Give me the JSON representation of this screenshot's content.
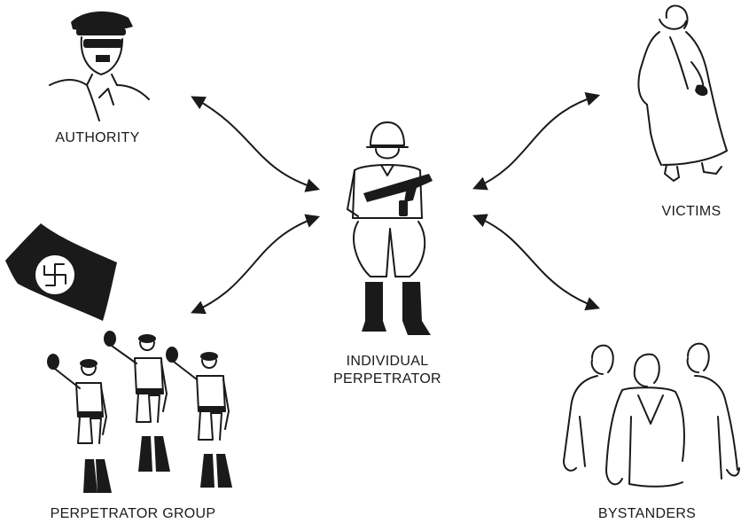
{
  "nodes": {
    "authority": {
      "label": "AUTHORITY",
      "icon": "officer-portrait-icon"
    },
    "perpetrator_group": {
      "label": "PERPETRATOR GROUP",
      "icon": "saluting-soldiers-icon"
    },
    "individual": {
      "label_line1": "INDIVIDUAL",
      "label_line2": "PERPETRATOR",
      "icon": "armed-soldier-icon"
    },
    "victims": {
      "label": "VICTIMS",
      "icon": "coated-figure-icon"
    },
    "bystanders": {
      "label": "BYSTANDERS",
      "icon": "crowd-icon"
    },
    "flag": {
      "icon": "swastika-flag-icon"
    }
  },
  "relations": [
    {
      "from": "individual",
      "to": "authority",
      "type": "bidirectional"
    },
    {
      "from": "individual",
      "to": "perpetrator_group",
      "type": "bidirectional"
    },
    {
      "from": "individual",
      "to": "victims",
      "type": "bidirectional"
    },
    {
      "from": "individual",
      "to": "bystanders",
      "type": "bidirectional"
    }
  ],
  "colors": {
    "ink": "#1a1a1a",
    "background": "#ffffff"
  }
}
